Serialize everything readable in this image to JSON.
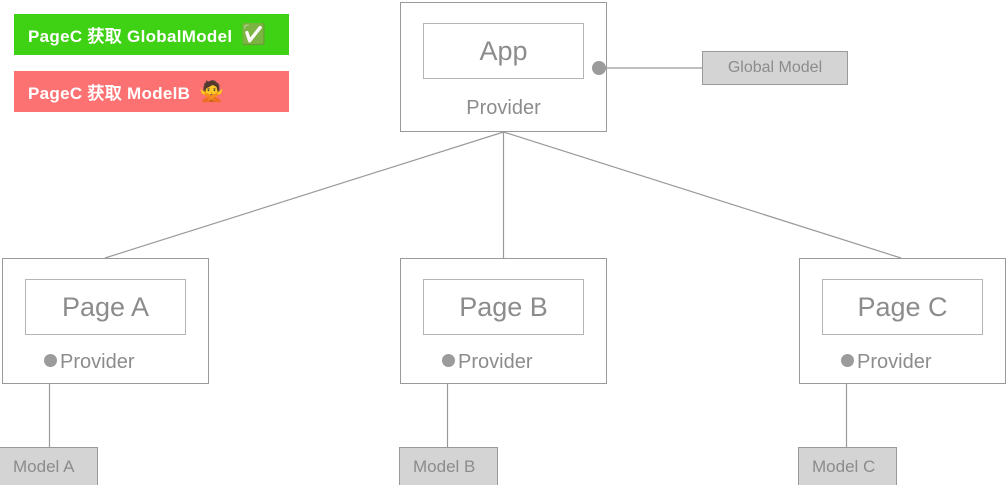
{
  "badges": [
    {
      "id": "success",
      "text": "PageC 获取 GlobalModel",
      "emoji": "✅",
      "emoji_name": "white-check-mark-icon",
      "color": "#3fd114"
    },
    {
      "id": "fail",
      "text": "PageC 获取 ModelB",
      "emoji": "🙅",
      "emoji_name": "person-gesturing-no-icon",
      "color": "#fc7272"
    }
  ],
  "diagram": {
    "root": {
      "title": "App",
      "provider_label": "Provider"
    },
    "global_model": {
      "label": "Global Model"
    },
    "pages": [
      {
        "title": "Page A",
        "provider_label": "Provider",
        "model_label": "Model A"
      },
      {
        "title": "Page B",
        "provider_label": "Provider",
        "model_label": "Model B"
      },
      {
        "title": "Page C",
        "provider_label": "Provider",
        "model_label": "Model C"
      }
    ]
  },
  "colors": {
    "success": "#3fd114",
    "fail": "#fc7272",
    "box_border": "#9a9a9a",
    "inner_border": "#b4b4b4",
    "text": "#8c8c8c",
    "model_fill": "#d4d4d4",
    "dot": "#9b9b9b"
  }
}
